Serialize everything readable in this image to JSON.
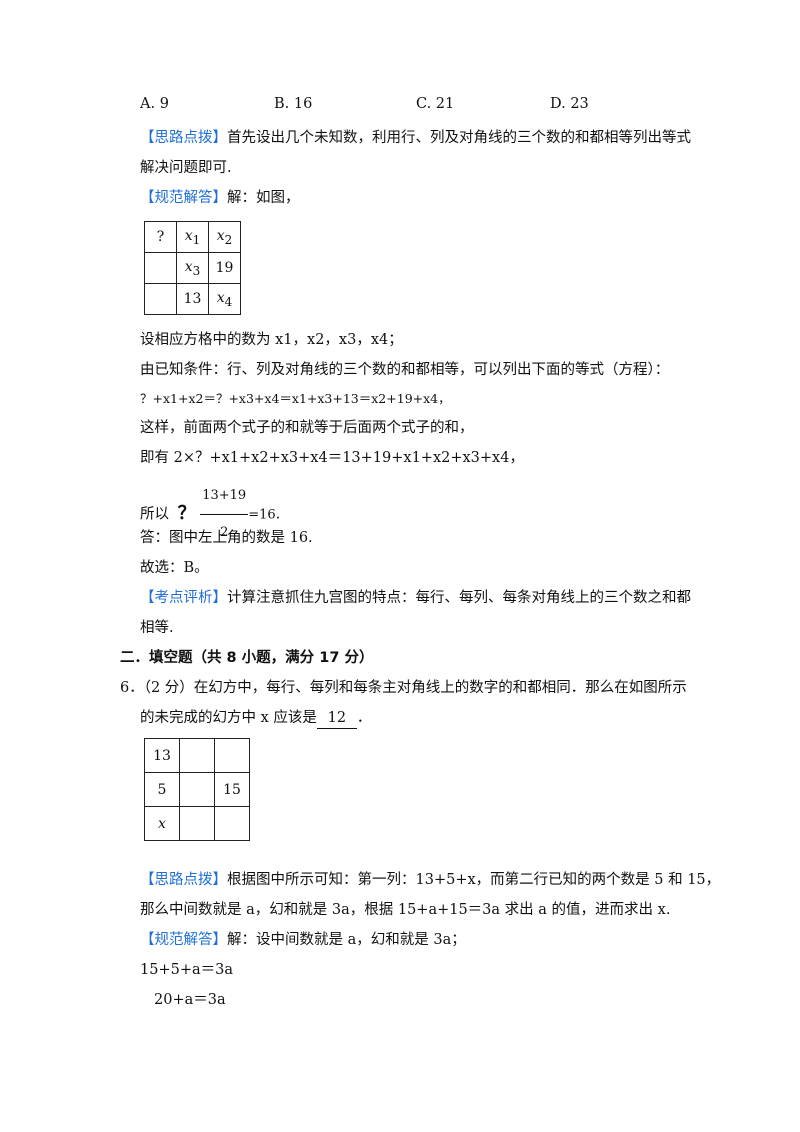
{
  "options": {
    "a": "A. 9",
    "b": "B. 16",
    "c": "C. 21",
    "d": "D. 23"
  },
  "q5": {
    "hint_tag": "【思路点拨】",
    "hint_text_1": "首先设出几个未知数，利用行、列及对角线的三个数的和都相等列出等式",
    "hint_text_2": "解决问题即可.",
    "sol_tag": "【规范解答】",
    "sol_text": "解：如图，",
    "grid": [
      [
        "?",
        "x1",
        "x2"
      ],
      [
        "",
        "x3",
        "19"
      ],
      [
        "",
        "13",
        "x4"
      ]
    ],
    "line_set": "设相应方格中的数为 x1，x2，x3，x4；",
    "line_cond": "由已知条件：行、列及对角线的三个数的和都相等，可以列出下面的等式（方程）：",
    "line_eq": "？+x1+x2＝？+x3+x4＝x1+x3+13＝x2+19+x4，",
    "line_thus": "这样，前面两个式子的和就等于后面两个式子的和，",
    "line_have": "即有 2×？+x1+x2+x3+x4＝13+19+x1+x2+x3+x4，",
    "so_label": "所以",
    "so_q": "？",
    "so_num": "13+19",
    "so_den": "2",
    "so_eq": "=16",
    "answer": "答：图中左上角的数是 16.",
    "choice": "故选：B。",
    "review_tag": "【考点评析】",
    "review_text_1": "计算注意抓住九宫图的特点：每行、每列、每条对角线上的三个数之和都",
    "review_text_2": "相等."
  },
  "section2": {
    "title": "二．填空题（共 8 小题，满分 17 分）"
  },
  "q6": {
    "stem_1": "6．（2 分）在幻方中，每行、每列和每条主对角线上的数字的和都相同．那么在如图所示",
    "stem_2a": "的未完成的幻方中 x 应该是",
    "blank": "12",
    "stem_2b": "．",
    "grid": [
      [
        "13",
        "",
        ""
      ],
      [
        "5",
        "",
        "15"
      ],
      [
        "x",
        "",
        ""
      ]
    ],
    "hint_tag": "【思路点拨】",
    "hint_text_1": "根据图中所示可知：第一列：13+5+x，而第二行已知的两个数是 5 和 15，",
    "hint_text_2": "那么中间数就是 a，幻和就是 3a，根据 15+a+15＝3a 求出 a 的值，进而求出 x.",
    "sol_tag": "【规范解答】",
    "sol_text": "解：设中间数就是 a，幻和就是 3a；",
    "eq1": "15+5+a＝3a",
    "eq2": "20+a＝3a"
  },
  "colors": {
    "tag_blue": "#1f6fd6",
    "text": "#111111"
  }
}
